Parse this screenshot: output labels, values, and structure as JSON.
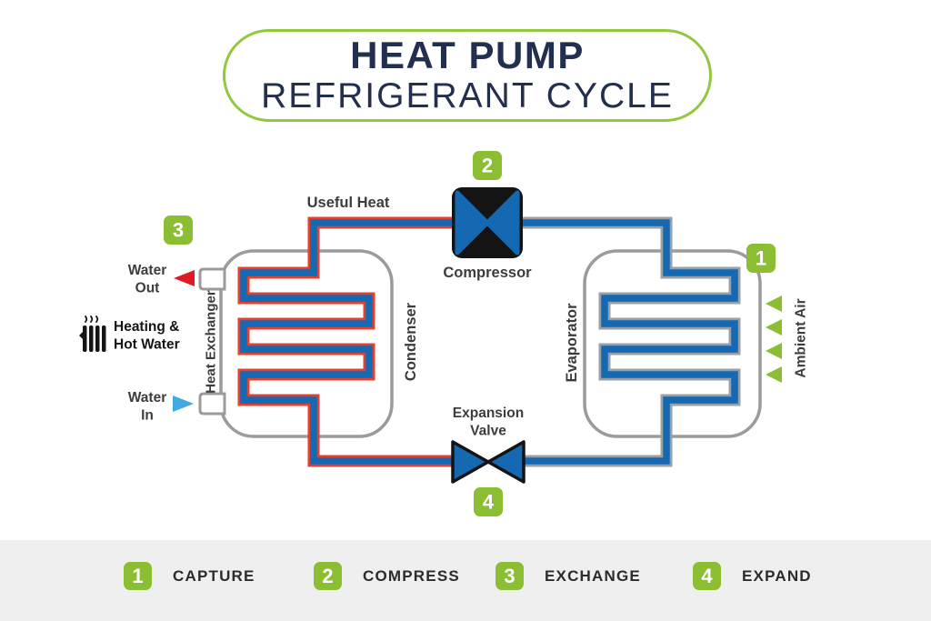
{
  "title": {
    "line1": "HEAT PUMP",
    "line2": "REFRIGERANT CYCLE"
  },
  "diagram": {
    "components": {
      "compressor": "Compressor",
      "expansion_valve": "Expansion\nValve",
      "condenser": "Condenser",
      "evaporator": "Evaporator",
      "heat_exchanger": "Heat Exchanger"
    },
    "flows": {
      "useful_heat": "Useful Heat",
      "ambient_air": "Ambient Air",
      "water_out": "Water\nOut",
      "water_in": "Water\nIn",
      "heating_hot_water": "Heating &\nHot Water"
    },
    "step_badges": {
      "capture": "1",
      "compress": "2",
      "exchange": "3",
      "expand": "4"
    }
  },
  "legend": {
    "items": [
      {
        "num": "1",
        "label": "CAPTURE"
      },
      {
        "num": "2",
        "label": "COMPRESS"
      },
      {
        "num": "3",
        "label": "EXCHANGE"
      },
      {
        "num": "4",
        "label": "EXPAND"
      }
    ]
  },
  "colors": {
    "accent_green": "#8cbe33",
    "pill_border_green": "#93c73e",
    "pipe_blue": "#1569b3",
    "hot_outline_red": "#e5402d",
    "cold_outline_gray": "#98a0a6",
    "vessel_border_gray": "#9b9b9b",
    "title_navy": "#222f4e",
    "water_out_red": "#e01a23",
    "water_in_blue": "#3fa9e0",
    "legend_background": "#efefef",
    "label_text": "#3c3c3c"
  }
}
